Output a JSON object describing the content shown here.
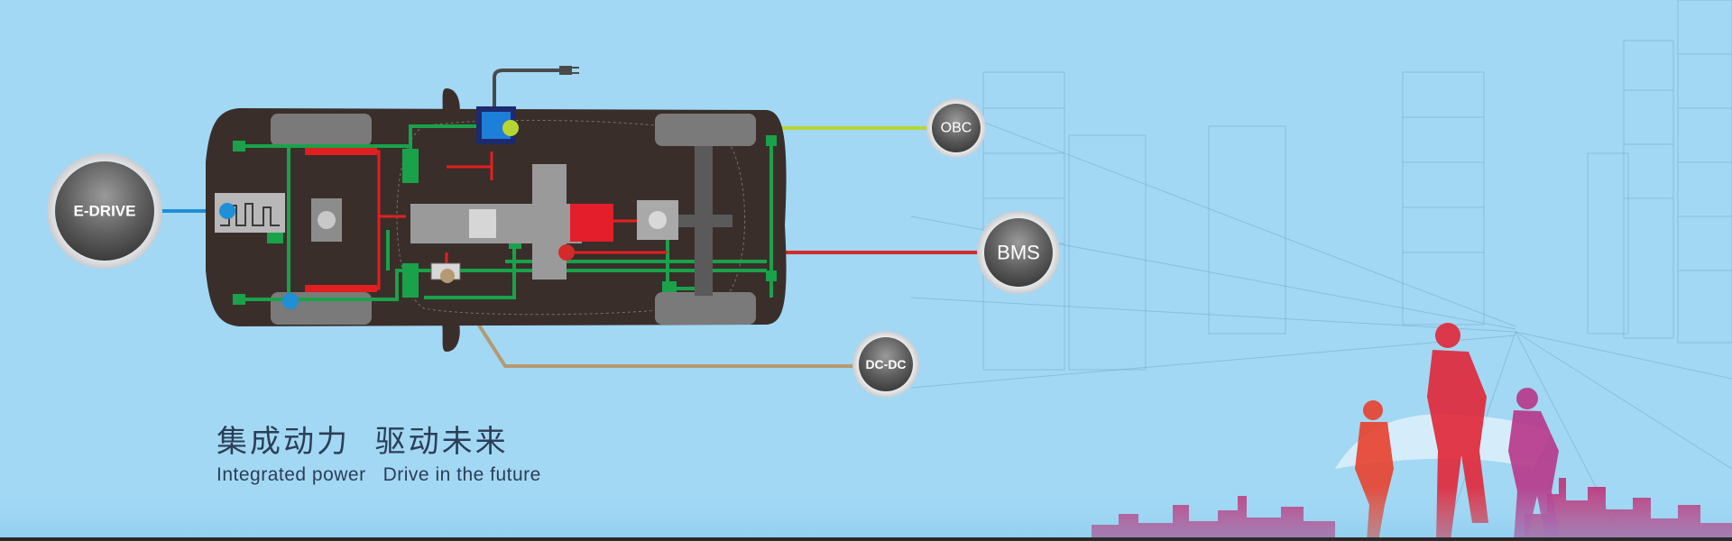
{
  "components": {
    "edrive": {
      "label": "E-DRIVE",
      "line_color": "#1f8fd6"
    },
    "obc": {
      "label": "OBC",
      "line_color": "#b8d432"
    },
    "bms": {
      "label": "BMS",
      "line_color": "#d42a2a"
    },
    "dcdc": {
      "label": "DC-DC",
      "line_color": "#b49a72"
    }
  },
  "colors": {
    "background": "#a2d8f4",
    "car_body": "#3a2e2b",
    "wiring_green": "#1aa24a",
    "wiring_red": "#e02020",
    "battery_red": "#e41e2a",
    "obc_box_blue": "#1e7fd8"
  },
  "tagline": {
    "chinese": "集成动力  驱动未来",
    "english": "Integrated power   Drive in the future"
  }
}
